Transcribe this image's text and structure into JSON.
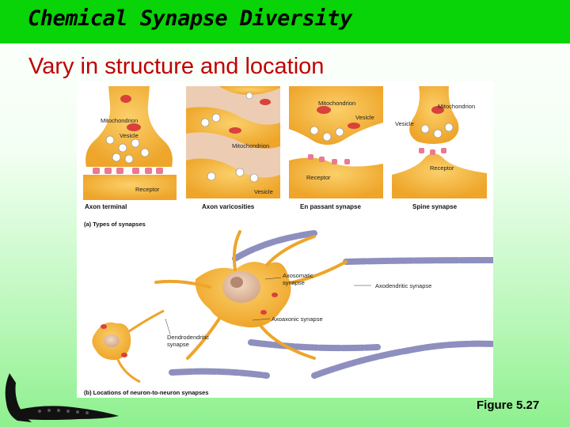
{
  "slide": {
    "title": "Chemical Synapse Diversity",
    "subtitle": "Vary in structure and location",
    "figure_label": "Figure 5.27"
  },
  "figure": {
    "panels": [
      {
        "caption": "Axon terminal",
        "labels": [
          "Mitochondrion",
          "Vesicle",
          "Receptor"
        ]
      },
      {
        "caption": "Axon varicosities",
        "labels": [
          "Mitochondrion",
          "Vesicle"
        ]
      },
      {
        "caption": "En passant synapse",
        "labels": [
          "Mitochondrion",
          "Vesicle",
          "Receptor"
        ]
      },
      {
        "caption": "Spine synapse",
        "labels": [
          "Mitochondrion",
          "Vesicle",
          "Receptor"
        ]
      }
    ],
    "section_a": "(a) Types of synapses",
    "section_b": "(b) Locations of neuron-to-neuron synapses",
    "neuron_labels": {
      "axosomatic": [
        "Axosomatic",
        "synapse"
      ],
      "axodendritic": "Axodendritic synapse",
      "axoaxonic": "Axoaxonic synapse",
      "dendrodendritic": [
        "Dendrodendritic",
        "synapse"
      ]
    }
  },
  "colors": {
    "title_bar": "#08d408",
    "subtitle": "#c00000",
    "cell": "#f5b335",
    "membrane": "#e8c0a0",
    "axon": "#8e8fbf"
  }
}
